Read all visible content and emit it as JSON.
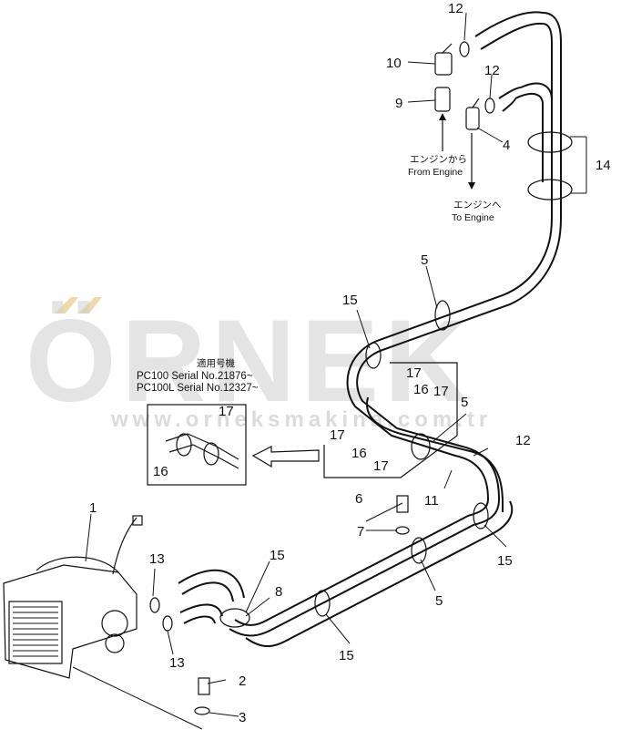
{
  "watermark": {
    "brand": "ÖRNEK",
    "url": "www.orneksmakina.com.tr",
    "accent_color": "#f0d9a8"
  },
  "notes": {
    "from_engine_jp": "エンジンから",
    "from_engine_en": "From Engine",
    "to_engine_jp": "エンジンへ",
    "to_engine_en": "To Engine",
    "applicable_serial_jp": "適用号機",
    "serial_line_1": "PC100  Serial No.21876~",
    "serial_line_2": "PC100L Serial No.12327~"
  },
  "callouts": {
    "c1": "1",
    "c2": "2",
    "c3": "3",
    "c4": "4",
    "c5a": "5",
    "c5b": "5",
    "c5c": "5",
    "c6": "6",
    "c7": "7",
    "c8": "8",
    "c9": "9",
    "c10": "10",
    "c11": "11",
    "c12a": "12",
    "c12b": "12",
    "c12c": "12",
    "c13a": "13",
    "c13b": "13",
    "c14": "14",
    "c15a": "15",
    "c15b": "15",
    "c15c": "15",
    "c15d": "15",
    "c16a": "16",
    "c16b": "16",
    "c16c": "16",
    "c17a": "17",
    "c17b": "17",
    "c17c": "17",
    "c17d": "17",
    "c17e": "17"
  }
}
